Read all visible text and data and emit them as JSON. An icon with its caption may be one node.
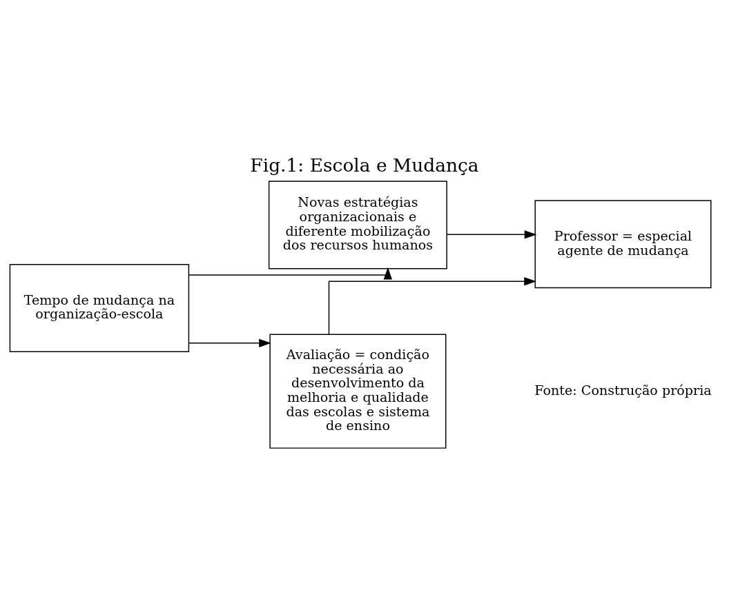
{
  "diagram": {
    "title": "Fig.1: Escola e Mudança",
    "caption": "Fonte: Construção própria",
    "nodes": [
      {
        "text": [
          "Tempo de mudança na organização-escola"
        ]
      },
      {
        "text": [
          "Novas estratégias organizacionais e diferente mobilização dos recursos humanos"
        ]
      },
      {
        "text": [
          "Professor = especial agente de mudança"
        ]
      },
      {
        "text": [
          "Avaliação = condição necessária ao desenvolvimento da melhoria e qualidade das escolas e sistema de ensino"
        ]
      }
    ],
    "edges": [
      {
        "from": 0,
        "to": 1,
        "arrow": "to"
      },
      {
        "from": 0,
        "to": 3,
        "arrow": "to"
      },
      {
        "from": 1,
        "to": 2,
        "arrow": "to"
      },
      {
        "from": 3,
        "to": 2,
        "arrow": "to"
      }
    ]
  }
}
